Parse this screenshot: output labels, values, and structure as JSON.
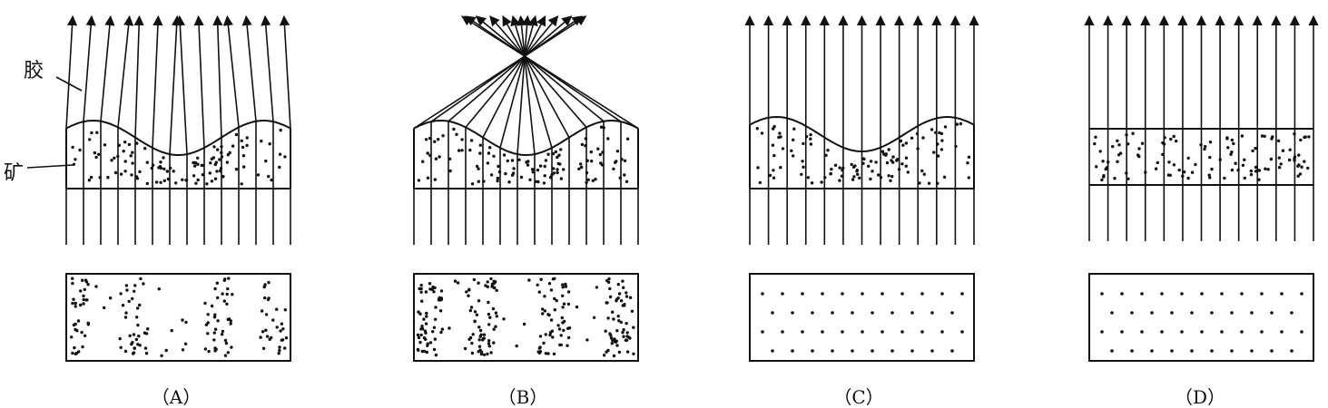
{
  "labels": {
    "upper": "胶",
    "lower": "矿"
  },
  "panels": [
    {
      "id": "A",
      "caption": "（A）"
    },
    {
      "id": "B",
      "caption": "（B）"
    },
    {
      "id": "C",
      "caption": "（C）"
    },
    {
      "id": "D",
      "caption": "（D）"
    }
  ]
}
